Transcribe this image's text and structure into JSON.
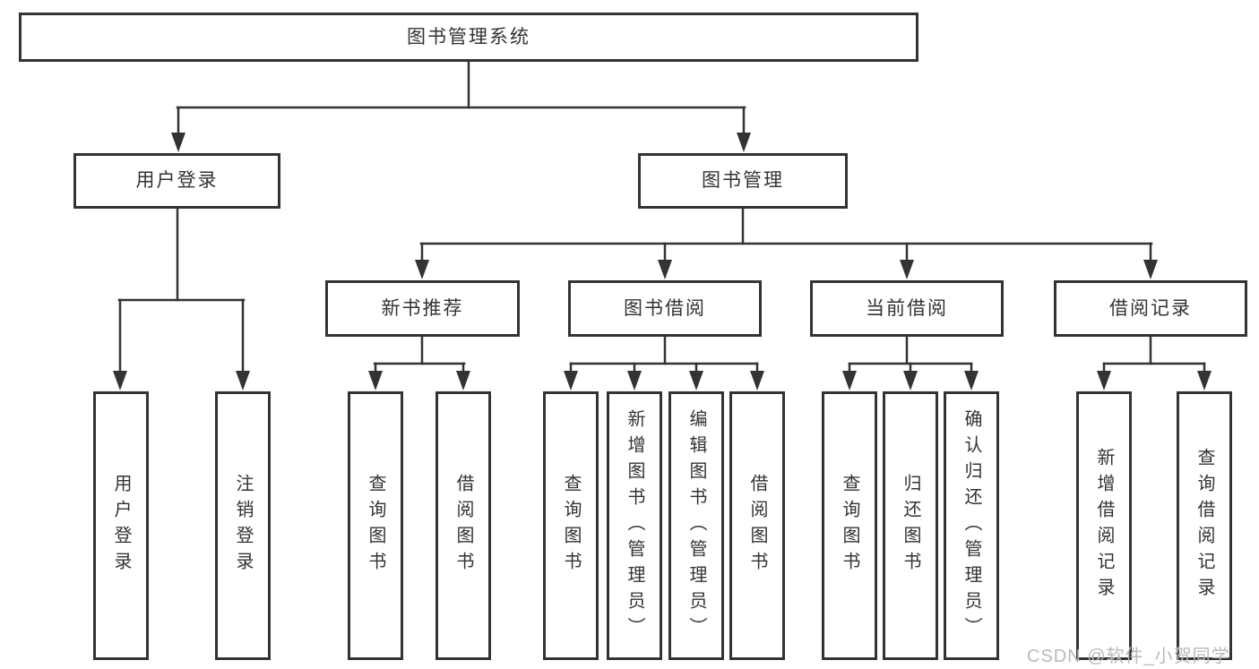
{
  "diagram": {
    "root": {
      "label": "图书管理系统"
    },
    "user_login_branch": {
      "label": "用户登录",
      "children": {
        "login": {
          "label": "用户登录"
        },
        "logout": {
          "label": "注销登录"
        }
      }
    },
    "book_management": {
      "label": "图书管理",
      "new_book_recommend": {
        "label": "新书推荐",
        "children": {
          "query_books": {
            "label": "查询图书"
          },
          "borrow_books": {
            "label": "借阅图书"
          }
        }
      },
      "book_borrow": {
        "label": "图书借阅",
        "children": {
          "query_books": {
            "label": "查询图书"
          },
          "add_books": {
            "label": "新增图书（管理员）"
          },
          "edit_books": {
            "label": "编辑图书（管理员）"
          },
          "borrow_books": {
            "label": "借阅图书"
          }
        }
      },
      "current_borrow": {
        "label": "当前借阅",
        "children": {
          "query_books": {
            "label": "查询图书"
          },
          "return_books": {
            "label": "归还图书"
          },
          "confirm_return": {
            "label": "确认归还（管理员）"
          }
        }
      },
      "borrow_records": {
        "label": "借阅记录",
        "children": {
          "add_record": {
            "label": "新增借阅记录"
          },
          "query_record": {
            "label": "查询借阅记录"
          }
        }
      }
    },
    "watermark": "CSDN @软件_小贺同学"
  },
  "colors": {
    "line": "#333333",
    "box_border": "#333333",
    "box_fill": "#ffffff",
    "text": "#333333",
    "watermark": "#b9b9b9",
    "background": "#ffffff"
  }
}
